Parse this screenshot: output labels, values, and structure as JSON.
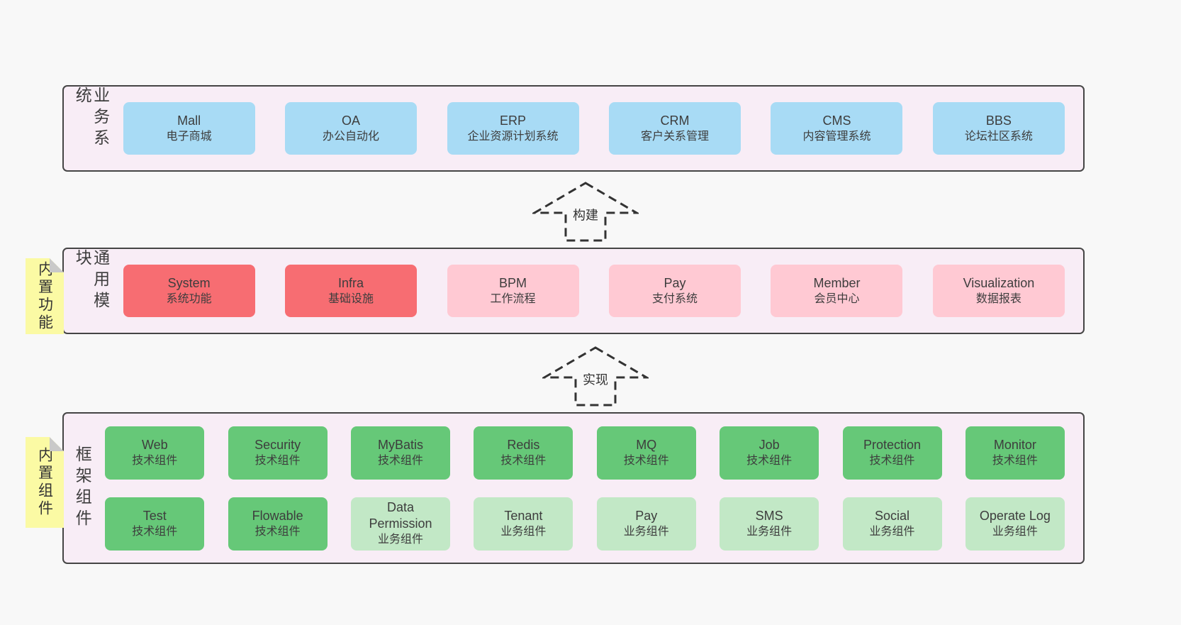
{
  "colors": {
    "page-bg": "#f8f8f8",
    "panel-bg": "#f8edf6",
    "panel-border": "#454545",
    "text": "#3d3d3d",
    "blue": "#a8dbf5",
    "red": "#f76d72",
    "pink": "#ffc9d3",
    "green": "#66c878",
    "light-green": "#c2e8c6",
    "yellow": "#fbfaa4",
    "fold-gray": "#c9c9c9",
    "arrow": "#333333"
  },
  "stickies": [
    {
      "label": "内置功能"
    },
    {
      "label": "内置组件"
    }
  ],
  "arrows": [
    {
      "label": "构建"
    },
    {
      "label": "实现"
    }
  ],
  "panels": [
    {
      "label": "业务系统",
      "items": [
        {
          "en": "Mall",
          "zh": "电子商城"
        },
        {
          "en": "OA",
          "zh": "办公自动化"
        },
        {
          "en": "ERP",
          "zh": "企业资源计划系统"
        },
        {
          "en": "CRM",
          "zh": "客户关系管理"
        },
        {
          "en": "CMS",
          "zh": "内容管理系统"
        },
        {
          "en": "BBS",
          "zh": "论坛社区系统"
        }
      ]
    },
    {
      "label": "通用模块",
      "items": [
        {
          "en": "System",
          "zh": "系统功能"
        },
        {
          "en": "Infra",
          "zh": "基础设施"
        },
        {
          "en": "BPM",
          "zh": "工作流程"
        },
        {
          "en": "Pay",
          "zh": "支付系统"
        },
        {
          "en": "Member",
          "zh": "会员中心"
        },
        {
          "en": "Visualization",
          "zh": "数据报表"
        }
      ]
    },
    {
      "label": "框架组件",
      "rows": [
        [
          {
            "en": "Web",
            "zh": "技术组件"
          },
          {
            "en": "Security",
            "zh": "技术组件"
          },
          {
            "en": "MyBatis",
            "zh": "技术组件"
          },
          {
            "en": "Redis",
            "zh": "技术组件"
          },
          {
            "en": "MQ",
            "zh": "技术组件"
          },
          {
            "en": "Job",
            "zh": "技术组件"
          },
          {
            "en": "Protection",
            "zh": "技术组件"
          },
          {
            "en": "Monitor",
            "zh": "技术组件"
          }
        ],
        [
          {
            "en": "Test",
            "zh": "技术组件"
          },
          {
            "en": "Flowable",
            "zh": "技术组件"
          },
          {
            "en": "Data Permission",
            "zh": "业务组件"
          },
          {
            "en": "Tenant",
            "zh": "业务组件"
          },
          {
            "en": "Pay",
            "zh": "业务组件"
          },
          {
            "en": "SMS",
            "zh": "业务组件"
          },
          {
            "en": "Social",
            "zh": "业务组件"
          },
          {
            "en": "Operate Log",
            "zh": "业务组件"
          }
        ]
      ]
    }
  ]
}
